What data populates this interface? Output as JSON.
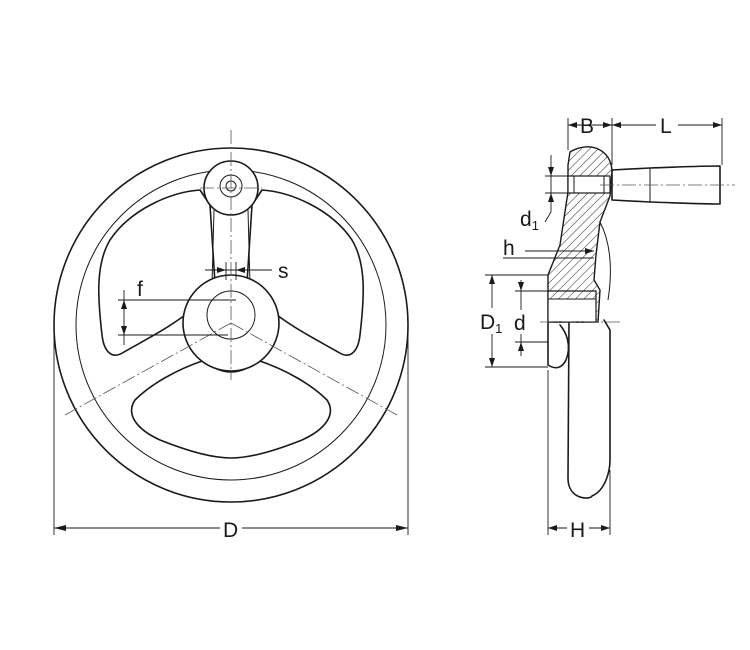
{
  "labels": {
    "D": "D",
    "s": "s",
    "f": "f",
    "B": "B",
    "L": "L",
    "h": "h",
    "d1_main": "d",
    "d1_sub": "1",
    "D1_main": "D",
    "D1_sub": "1",
    "d": "d",
    "H": "H"
  },
  "colors": {
    "line": "#1a1a1a",
    "background": "#ffffff"
  }
}
